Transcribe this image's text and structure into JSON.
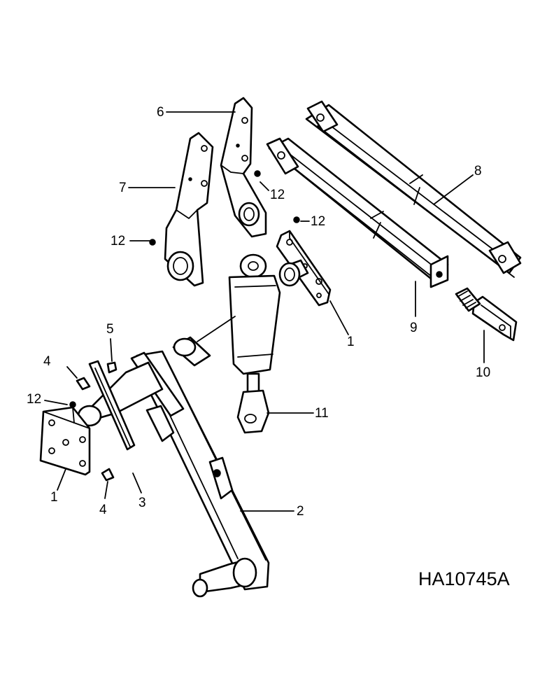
{
  "figure_id": "HA10745A",
  "callouts": {
    "c1a": "1",
    "c1b": "1",
    "c2": "2",
    "c3": "3",
    "c4a": "4",
    "c4b": "4",
    "c5": "5",
    "c6": "6",
    "c7": "7",
    "c8": "8",
    "c9": "9",
    "c10": "10",
    "c11": "11",
    "c12a": "12",
    "c12b": "12",
    "c12c": "12",
    "c12d": "12"
  }
}
